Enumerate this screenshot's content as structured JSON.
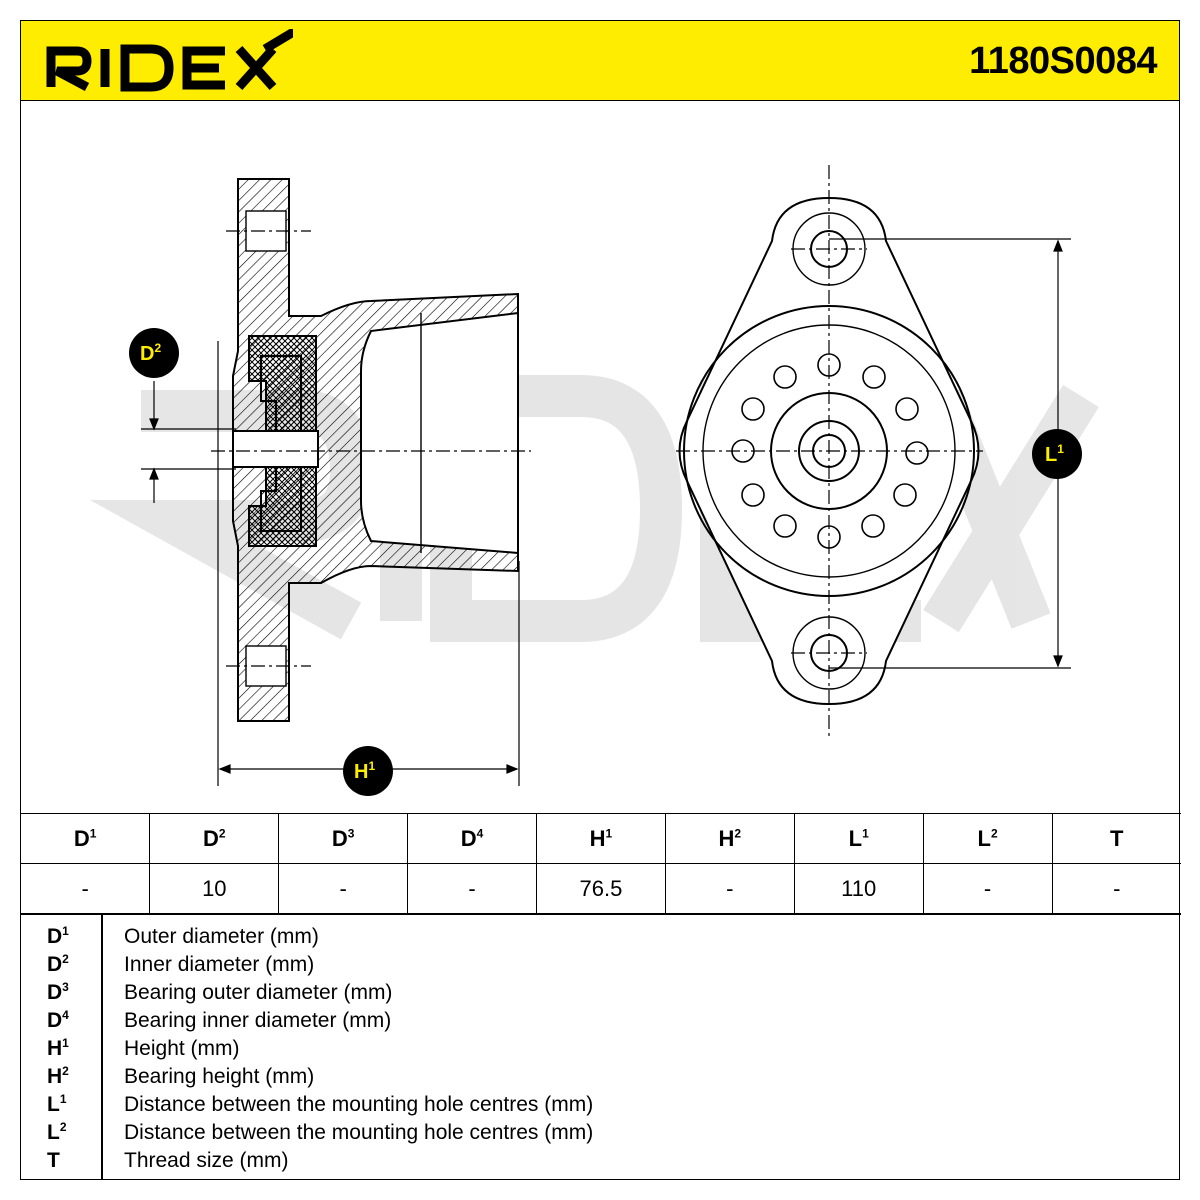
{
  "brand": {
    "name": "RIDEX",
    "accent_color": "#ffed00"
  },
  "part_number": "1180S0084",
  "drawing": {
    "labels": {
      "d2": {
        "letter": "D",
        "sup": "2"
      },
      "h1": {
        "letter": "H",
        "sup": "1"
      },
      "l1": {
        "letter": "L",
        "sup": "1"
      }
    }
  },
  "table": {
    "headers": [
      {
        "letter": "D",
        "sup": "1"
      },
      {
        "letter": "D",
        "sup": "2"
      },
      {
        "letter": "D",
        "sup": "3"
      },
      {
        "letter": "D",
        "sup": "4"
      },
      {
        "letter": "H",
        "sup": "1"
      },
      {
        "letter": "H",
        "sup": "2"
      },
      {
        "letter": "L",
        "sup": "1"
      },
      {
        "letter": "L",
        "sup": "2"
      },
      {
        "letter": "T",
        "sup": ""
      }
    ],
    "values": [
      "-",
      "10",
      "-",
      "-",
      "76.5",
      "-",
      "110",
      "-",
      "-"
    ]
  },
  "legend": [
    {
      "letter": "D",
      "sup": "1",
      "desc": "Outer diameter (mm)"
    },
    {
      "letter": "D",
      "sup": "2",
      "desc": "Inner diameter (mm)"
    },
    {
      "letter": "D",
      "sup": "3",
      "desc": "Bearing outer diameter (mm)"
    },
    {
      "letter": "D",
      "sup": "4",
      "desc": "Bearing inner diameter (mm)"
    },
    {
      "letter": "H",
      "sup": "1",
      "desc": "Height (mm)"
    },
    {
      "letter": "H",
      "sup": "2",
      "desc": "Bearing height (mm)"
    },
    {
      "letter": "L",
      "sup": "1",
      "desc": "Distance between the mounting hole centres (mm)"
    },
    {
      "letter": "L",
      "sup": "2",
      "desc": "Distance between the mounting hole centres (mm)"
    },
    {
      "letter": "T",
      "sup": "",
      "desc": "Thread size (mm)"
    }
  ]
}
